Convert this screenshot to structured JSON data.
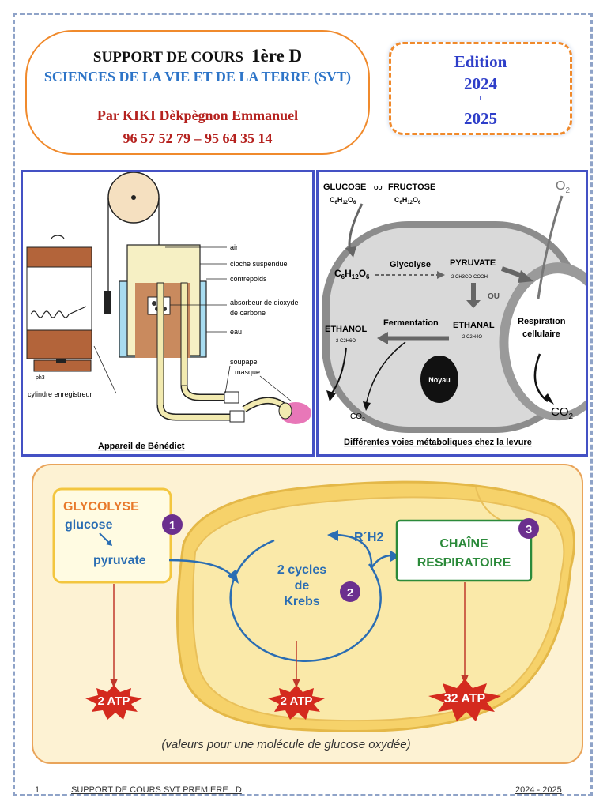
{
  "header": {
    "title": "SUPPORT DE COURS",
    "level": "1ère D",
    "subject": "SCIENCES DE LA VIE ET DE LA TERRE (SVT)",
    "author": "Par KIKI Dèkpègnon Emmanuel",
    "phones": "96 57 52 79 – 95 64 35 14"
  },
  "edition": {
    "label": "Edition",
    "year_start": "2024",
    "year_end": "2025"
  },
  "benedict": {
    "caption": "Appareil de Bénédict",
    "labels": {
      "air": "air",
      "cloche": "cloche suspendue",
      "contrepoids": "contrepoids",
      "absorbeur1": "absorbeur de dioxyde",
      "absorbeur2": "de carbone",
      "eau": "eau",
      "soupape": "soupape",
      "masque": "masque",
      "cylindre": "cylindre enregistreur"
    }
  },
  "yeast": {
    "caption": "Différentes voies métaboliques chez la levure",
    "glucose": "GLUCOSE",
    "ou": "OU",
    "fructose": "FRUCTOSE",
    "formula": "C6H12O6",
    "glycolyse": "Glycolyse",
    "pyruvate": "PYRUVATE",
    "pyruvate_formula": "2 CH3CO-COOH",
    "fermentation": "Fermentation",
    "ethanal": "ETHANAL",
    "ethanal_formula": "2 C2H4O",
    "ethanol": "ETHANOL",
    "ethanol_formula": "2 C2H6O",
    "respiration": "Respiration",
    "cellulaire": "cellulaire",
    "noyau": "Noyau",
    "o2": "O2",
    "co2": "CO2"
  },
  "respiration": {
    "glycolyse_title": "GLYCOLYSE",
    "glucose": "glucose",
    "pyruvate": "pyruvate",
    "krebs_line1": "2 cycles",
    "krebs_line2": "de",
    "krebs_line3": "Krebs",
    "rh2": "R´H2",
    "chain_line1": "CHAÎNE",
    "chain_line2": "RESPIRATOIRE",
    "step1": "1",
    "step2": "2",
    "step3": "3",
    "atp1": "2 ATP",
    "atp2": "2 ATP",
    "atp3": "32 ATP",
    "note": "(valeurs pour une molécule de glucose oxydée)"
  },
  "footer": {
    "page_number": "1",
    "title": "SUPPORT DE COURS SVT PREMIERE   D",
    "years": "2024 - 2025"
  },
  "colors": {
    "orange_border": "#f08a2c",
    "blue_frame": "#4451c4",
    "glycolyse_title": "#e8792b",
    "text_blue": "#2a6db3",
    "green": "#2b8a3a",
    "purple_badge": "#6b2f8e",
    "atp_red": "#d42a1e"
  }
}
